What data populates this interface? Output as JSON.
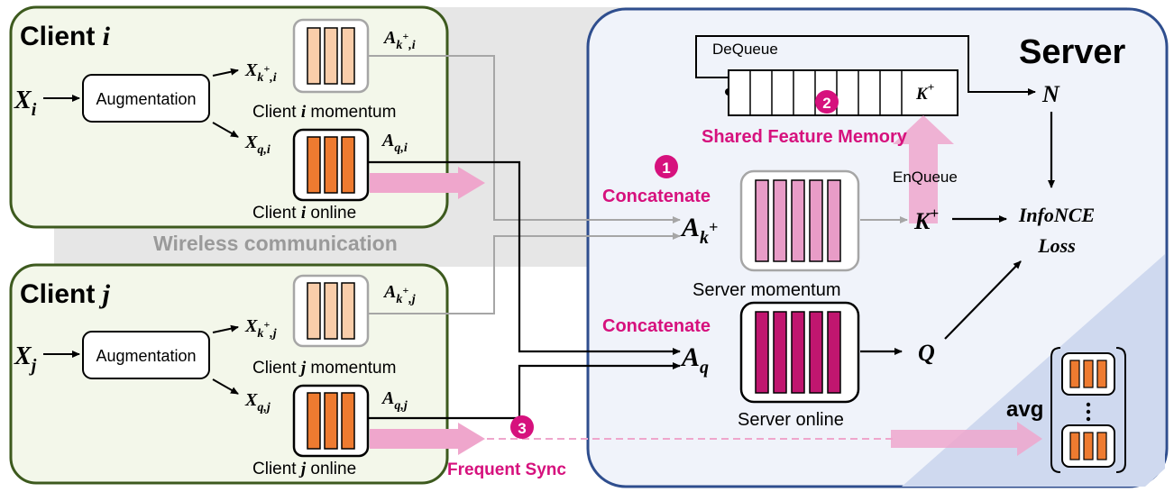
{
  "client_i": {
    "title": "Client ",
    "title_var": "i",
    "input": "X",
    "input_sub": "i",
    "aug": "Augmentation",
    "xk_base": "X",
    "xk_sub": "k",
    "xk_sup": "+",
    "xk_idx": ",i",
    "xq_base": "X",
    "xq_sub": "q,i",
    "ak_base": "A",
    "ak_sub": "k",
    "ak_sup": "+",
    "ak_idx": ",i",
    "aq_base": "A",
    "aq_sub": "q,i",
    "momentum_label": "Client ",
    "momentum_var": "i",
    "momentum_tail": " momentum",
    "online_label": "Client ",
    "online_var": "i",
    "online_tail": " online"
  },
  "client_j": {
    "title": "Client ",
    "title_var": "j",
    "input": "X",
    "input_sub": "j",
    "aug": "Augmentation",
    "xk_base": "X",
    "xk_sub": "k",
    "xk_sup": "+",
    "xk_idx": ",j",
    "xq_base": "X",
    "xq_sub": "q,j",
    "ak_base": "A",
    "ak_sub": "k",
    "ak_sup": "+",
    "ak_idx": ",j",
    "aq_base": "A",
    "aq_sub": "q,j",
    "momentum_label": "Client ",
    "momentum_var": "j",
    "momentum_tail": " momentum",
    "online_label": "Client ",
    "online_var": "j",
    "online_tail": " online"
  },
  "wireless": "Wireless communication",
  "server": {
    "title": "Server",
    "dequeue": "DeQueue",
    "enqueue": "EnQueue",
    "queue_label_base": "K",
    "queue_label_sup": "+",
    "memory_label": "Shared Feature Memory",
    "step1": "1",
    "step2": "2",
    "step3": "3",
    "concat1": "Concatenate",
    "concat2": "Concatenate",
    "ak_base": "A",
    "ak_sub": "k",
    "ak_sup": "+",
    "aq_base": "A",
    "aq_sub": "q",
    "k_base": "K",
    "k_sup": "+",
    "n_label": "N",
    "q_label": "Q",
    "loss_line1": "InfoNCE",
    "loss_line2": "Loss",
    "momentum_label": "Server momentum",
    "online_label": "Server online",
    "avg_label": "avg",
    "sync_label": "Frequent Sync"
  },
  "colors": {
    "client_border": "#3d5a1e",
    "client_bg": "#f3f7ea",
    "server_border": "#2f4e8e",
    "server_bg": "#f0f3fa",
    "wireless_band": "#e6e6e6",
    "magenta": "#d6117d",
    "pink_arrow": "#efa6cc",
    "orange_dark": "#ee7b30",
    "orange_light": "#f9cdaa",
    "pink_light": "#e89cc7",
    "magenta_dark": "#c0166f"
  }
}
